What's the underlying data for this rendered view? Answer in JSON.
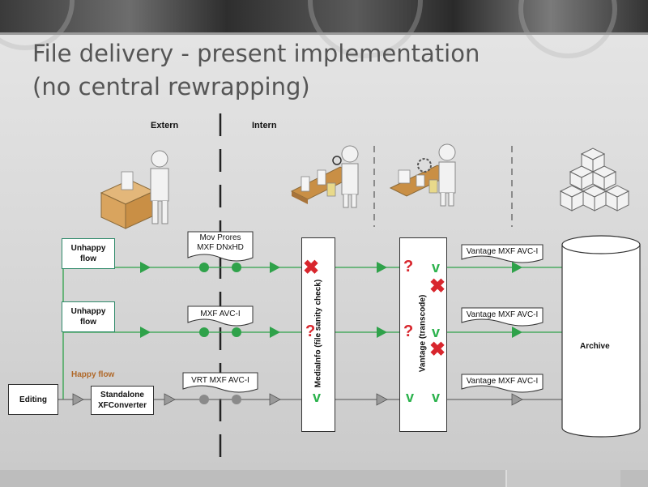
{
  "title": {
    "line1": "File delivery - present implementation",
    "line2": "(no central rewrapping)"
  },
  "zones": {
    "extern": "Extern",
    "intern": "Intern"
  },
  "flows": {
    "unhappy1": "Unhappy\nflow",
    "unhappy2": "Unhappy\nflow",
    "happy": "Happy flow"
  },
  "boxes": {
    "editing": "Editing",
    "converter": "Standalone\nXFConverter",
    "mediainfo": "MediaInfo (file sanity check)",
    "vantage": "Vantage (transcode)",
    "archive": "Archive"
  },
  "documents": {
    "row1_in": "Mov Prores\nMXF DNxHD",
    "row2_in": "MXF AVC-I",
    "row3_in": "VRT MXF AVC-I",
    "row1_out": "Vantage MXF AVC-I",
    "row2_out": "Vantage MXF AVC-I",
    "row3_out": "Vantage MXF AVC-I"
  },
  "marks": {
    "question": "?",
    "check": "v",
    "cross": "✖"
  },
  "colors": {
    "green_flow": "#2fa24a",
    "grey_flow": "#8a8a8a",
    "cross_red": "#d8262d",
    "check_green": "#2bb24c",
    "happy_label": "#b0692a"
  },
  "icons": [
    "person-with-box-icon",
    "inspection-conveyor-icon",
    "processing-conveyor-icon",
    "box-stack-icon"
  ]
}
